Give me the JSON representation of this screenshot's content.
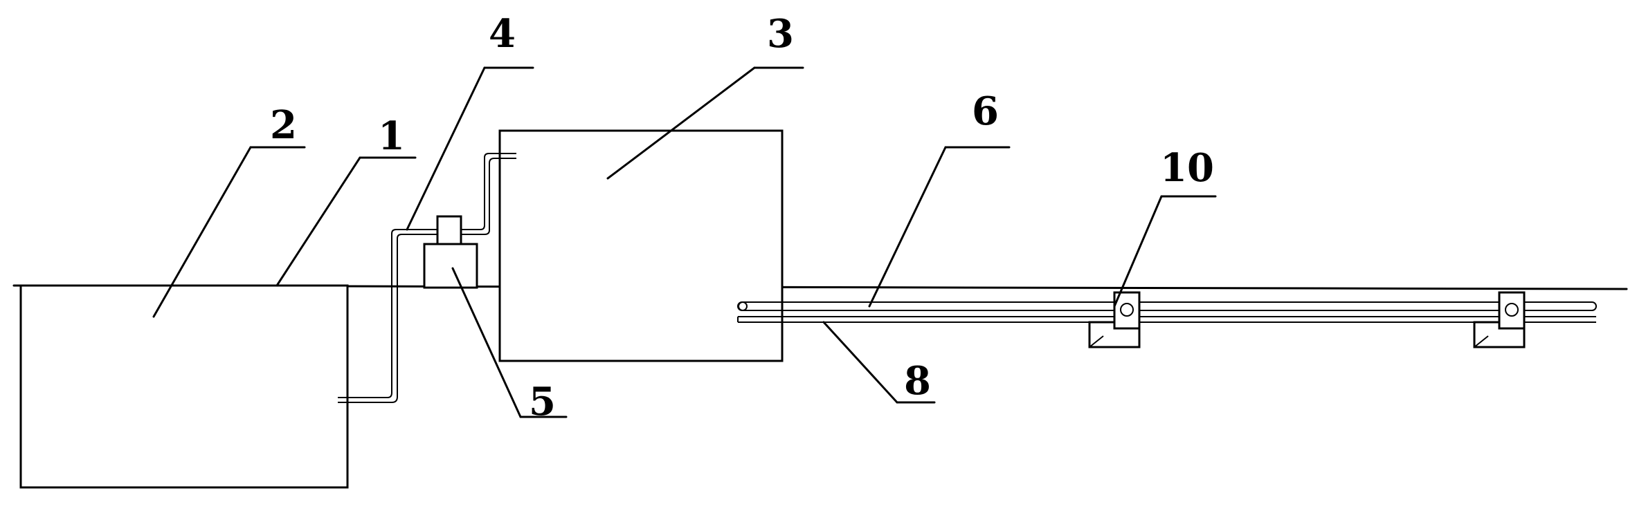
{
  "labels": {
    "l1": "1",
    "l2": "2",
    "l3": "3",
    "l4": "4",
    "l5": "5",
    "l6": "6",
    "l8": "8",
    "l10": "10"
  }
}
